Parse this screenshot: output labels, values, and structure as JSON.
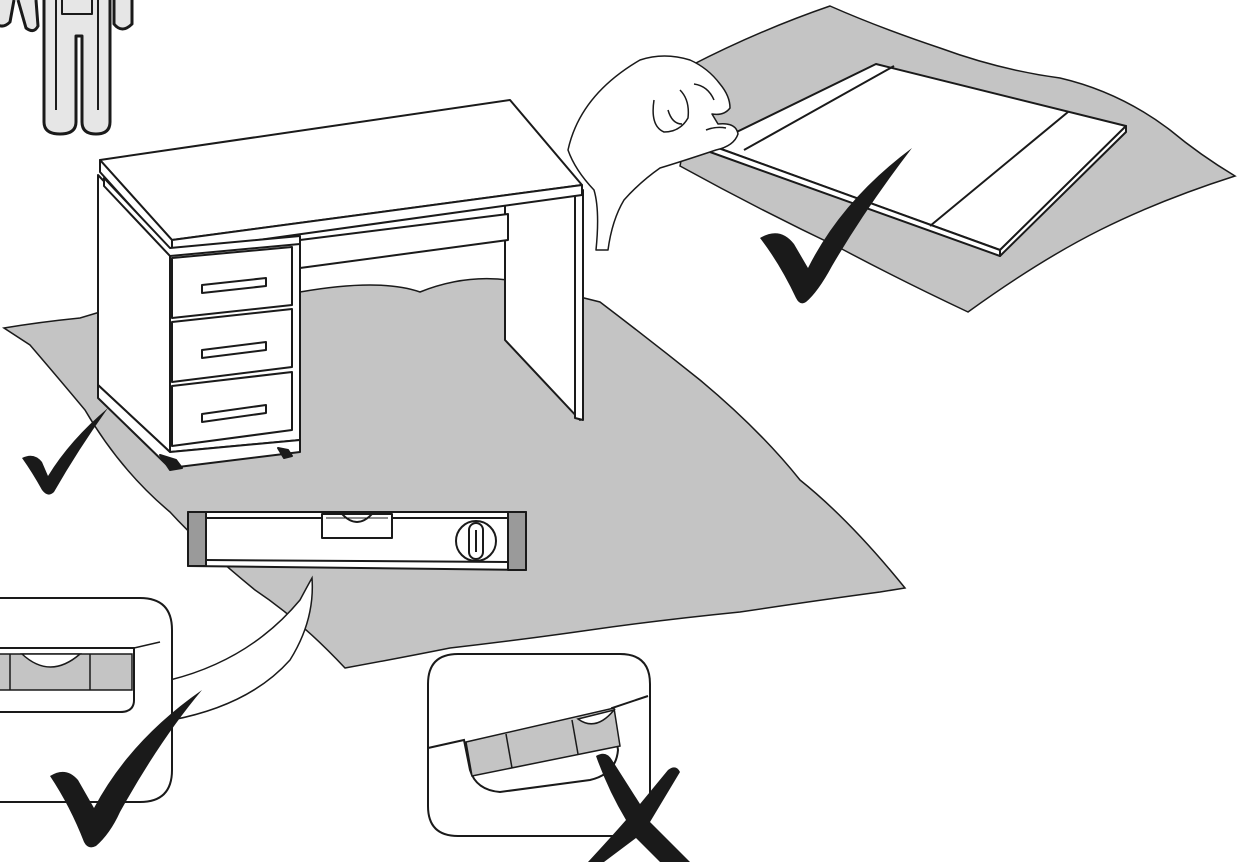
{
  "figure": {
    "colors": {
      "ink": "#1a1a1a",
      "surface": "#c4c4c4",
      "panel": "#e6e6e6",
      "paper": "#ffffff"
    },
    "panels": [
      {
        "name": "desk-on-protective-sheet",
        "verdict": "correct",
        "icon": "check-mark-icon"
      },
      {
        "name": "panels-on-protective-sheet",
        "verdict": "correct",
        "icon": "check-mark-icon"
      },
      {
        "name": "spirit-level-bubble-centered",
        "verdict": "correct",
        "icon": "check-mark-icon"
      },
      {
        "name": "spirit-level-bubble-off-center",
        "verdict": "incorrect",
        "icon": "cross-mark-icon"
      }
    ],
    "icons": [
      "two-person-assembly-icon",
      "hand-icon",
      "spirit-level-icon",
      "desk-icon"
    ]
  }
}
